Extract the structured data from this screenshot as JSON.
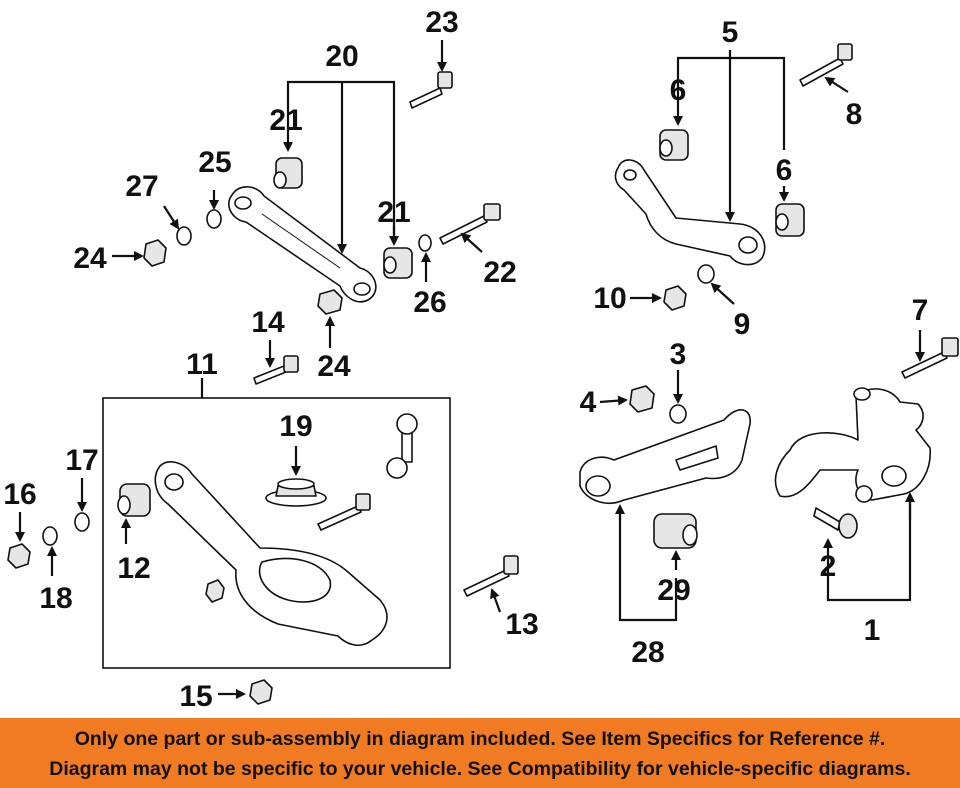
{
  "callouts": {
    "n1": "1",
    "n2": "2",
    "n3": "3",
    "n4": "4",
    "n5": "5",
    "n6a": "6",
    "n6b": "6",
    "n7": "7",
    "n8": "8",
    "n9": "9",
    "n10": "10",
    "n11": "11",
    "n12": "12",
    "n13": "13",
    "n14": "14",
    "n15": "15",
    "n16": "16",
    "n17": "17",
    "n18": "18",
    "n19": "19",
    "n20": "20",
    "n21a": "21",
    "n21b": "21",
    "n22": "22",
    "n23": "23",
    "n24a": "24",
    "n24b": "24",
    "n25": "25",
    "n26": "26",
    "n27": "27",
    "n28": "28",
    "n29": "29"
  },
  "banner": {
    "line1": "Only one part or sub-assembly in diagram included. See Item Specifics for Reference #.",
    "line2": "Diagram may not be specific to your vehicle. See Compatibility for vehicle-specific diagrams."
  },
  "colors": {
    "banner_bg": "#f07b22",
    "ink": "#111111"
  }
}
